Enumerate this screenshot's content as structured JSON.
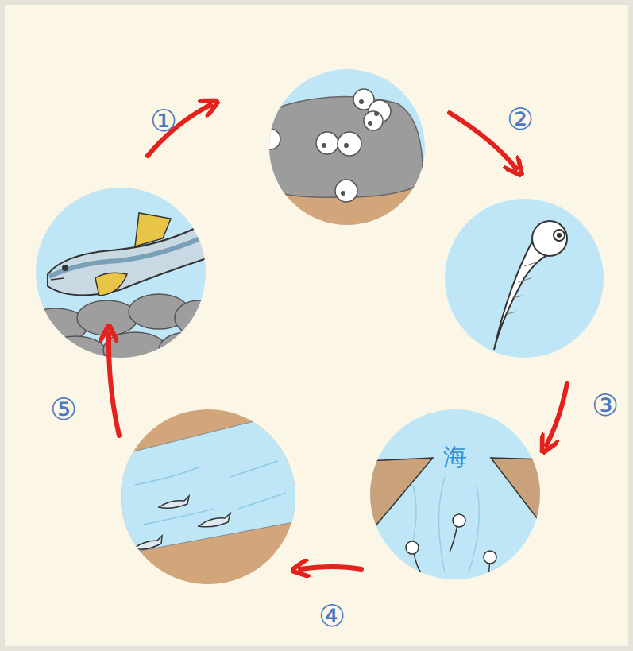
{
  "diagram": {
    "nodes": [
      {
        "text": [
          "海"
        ]
      }
    ],
    "labels": [
      "①",
      "②",
      "③",
      "④",
      "⑤"
    ]
  }
}
